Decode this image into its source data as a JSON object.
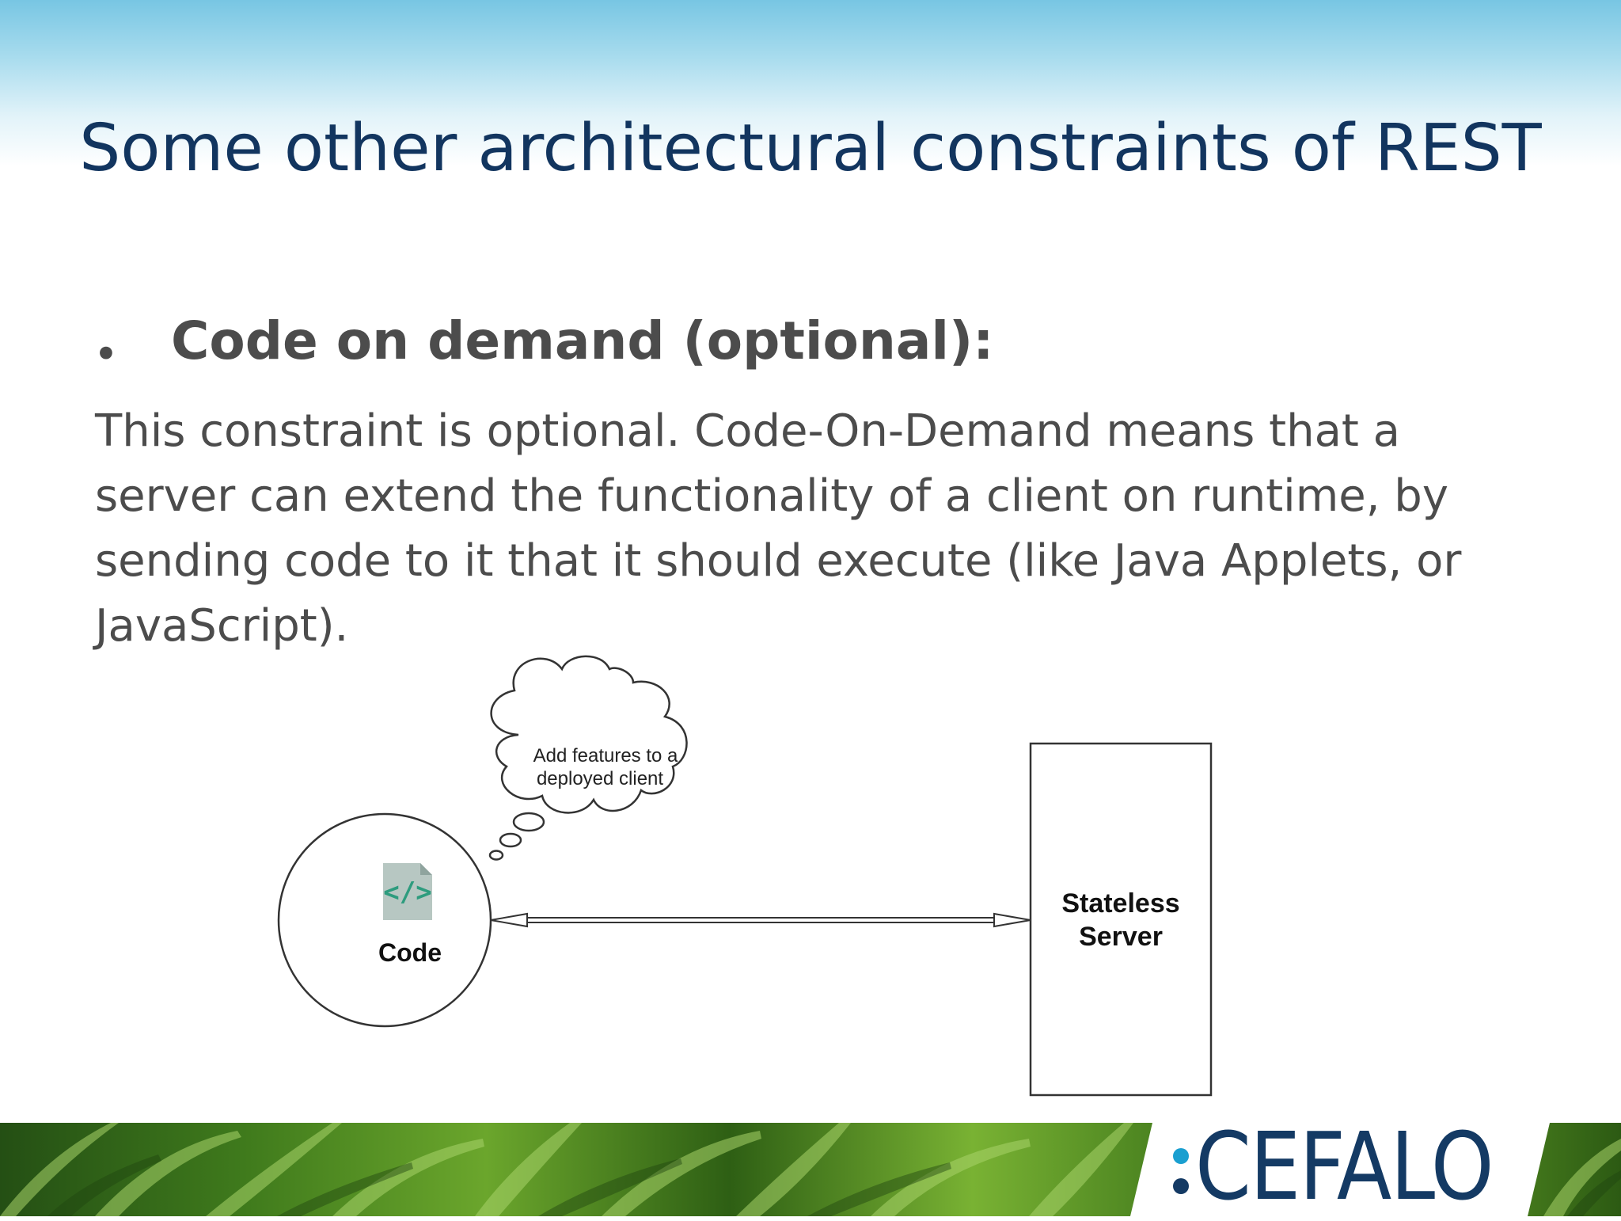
{
  "slide": {
    "title": "Some other architectural constraints of REST",
    "bullet": {
      "symbol": "•",
      "heading": "Code on demand (optional):"
    },
    "body_lines": [
      "This constraint is optional. Code-On-Demand means that a",
      "server can extend the functionality of a client on runtime, by",
      "sending code to it that it should execute (like Java Applets, or",
      "JavaScript)."
    ]
  },
  "diagram": {
    "thought_bubble": {
      "line1": "Add features to a",
      "line2": "deployed client"
    },
    "client": {
      "label": "Code",
      "icon": "code-file-icon"
    },
    "server": {
      "line1": "Stateless",
      "line2": "Server"
    },
    "connection": "double-headed-arrow"
  },
  "footer": {
    "logo_text": "CEFALO",
    "colors": {
      "logo_primary": "#143a64",
      "logo_accent": "#1a9fd0",
      "title": "#12355f",
      "body": "#4c4c4c"
    }
  }
}
